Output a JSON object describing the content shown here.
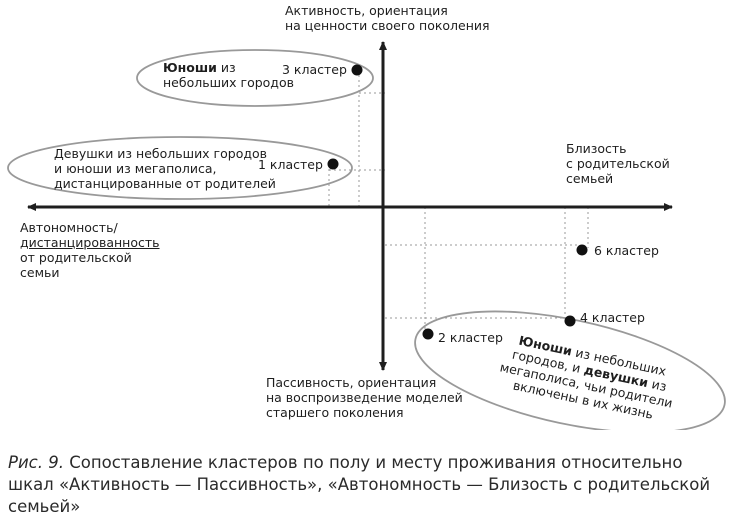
{
  "axes": {
    "top": [
      "Активность, ориентация",
      "на ценности своего поколения"
    ],
    "right": [
      "Близость",
      "с родительской",
      "семьей"
    ],
    "left": [
      "Автономность/",
      "дистанцированность",
      "от родительской",
      "семьи"
    ],
    "bottom": [
      "Пассивность, ориентация",
      "на воспроизведение моделей",
      "старшего поколения"
    ]
  },
  "clusters": {
    "c1": "1 кластер",
    "c2": "2 кластер",
    "c3": "3 кластер",
    "c4": "4 кластер",
    "c6": "6 кластер"
  },
  "groups": {
    "g3_bold": "Юноши",
    "g3_rest1": " из",
    "g3_line2": "небольших городов",
    "g1": [
      "Девушки из небольших городов",
      "и юноши из мегаполиса,",
      "дистанцированные от родителей"
    ],
    "g4_bold1": "Юноши",
    "g4_rest1": " из небольших",
    "g4_line2a": "городов, и ",
    "g4_bold2": "девушки",
    "g4_line2b": " из",
    "g4_line3": "мегаполиса, чьи родители",
    "g4_line4": "включены в их жизнь"
  },
  "caption": {
    "fig": "Рис. 9.",
    "text": " Сопоставление кластеров по полу и месту проживания относительно шкал «Активность — Пассивность», «Автономность — Близость с родительской семьей»"
  }
}
